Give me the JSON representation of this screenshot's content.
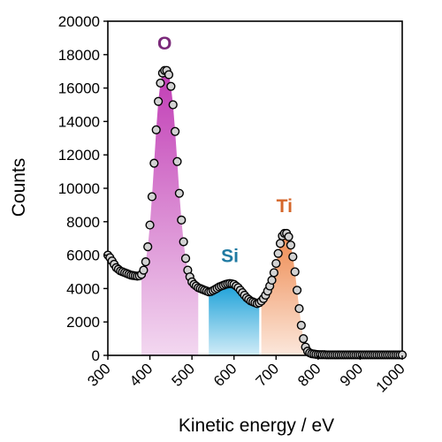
{
  "chart_data": {
    "type": "scatter",
    "title": "",
    "xlabel": "Kinetic energy / eV",
    "ylabel": "Counts",
    "xlim": [
      300,
      1000
    ],
    "ylim": [
      0,
      20000
    ],
    "x_ticks": [
      "300",
      "400",
      "500",
      "600",
      "700",
      "800",
      "900",
      "1000"
    ],
    "y_ticks": [
      "0",
      "2000",
      "4000",
      "6000",
      "8000",
      "10000",
      "12000",
      "14000",
      "16000",
      "18000",
      "20000"
    ],
    "grid": false,
    "legend": "none",
    "marker_fill": "#d3d3d3",
    "marker_edge": "#000000",
    "points": [
      [
        300,
        6000
      ],
      [
        305,
        5850
      ],
      [
        310,
        5650
      ],
      [
        315,
        5450
      ],
      [
        320,
        5250
      ],
      [
        325,
        5150
      ],
      [
        330,
        5050
      ],
      [
        335,
        5000
      ],
      [
        340,
        4950
      ],
      [
        345,
        4900
      ],
      [
        350,
        4850
      ],
      [
        355,
        4800
      ],
      [
        360,
        4780
      ],
      [
        365,
        4760
      ],
      [
        370,
        4740
      ],
      [
        375,
        4760
      ],
      [
        380,
        4850
      ],
      [
        385,
        5100
      ],
      [
        390,
        5600
      ],
      [
        395,
        6500
      ],
      [
        400,
        7800
      ],
      [
        405,
        9500
      ],
      [
        410,
        11500
      ],
      [
        415,
        13500
      ],
      [
        420,
        15200
      ],
      [
        425,
        16300
      ],
      [
        430,
        16900
      ],
      [
        435,
        17050
      ],
      [
        440,
        17050
      ],
      [
        445,
        16800
      ],
      [
        450,
        16100
      ],
      [
        455,
        15000
      ],
      [
        460,
        13400
      ],
      [
        465,
        11600
      ],
      [
        470,
        9700
      ],
      [
        475,
        8100
      ],
      [
        480,
        6800
      ],
      [
        485,
        5800
      ],
      [
        490,
        5100
      ],
      [
        495,
        4700
      ],
      [
        500,
        4400
      ],
      [
        505,
        4250
      ],
      [
        510,
        4150
      ],
      [
        515,
        4050
      ],
      [
        520,
        4000
      ],
      [
        525,
        3950
      ],
      [
        530,
        3900
      ],
      [
        535,
        3850
      ],
      [
        540,
        3800
      ],
      [
        545,
        3820
      ],
      [
        550,
        3880
      ],
      [
        555,
        3950
      ],
      [
        560,
        4020
      ],
      [
        565,
        4100
      ],
      [
        570,
        4150
      ],
      [
        575,
        4200
      ],
      [
        580,
        4250
      ],
      [
        585,
        4280
      ],
      [
        590,
        4300
      ],
      [
        595,
        4280
      ],
      [
        600,
        4250
      ],
      [
        605,
        4150
      ],
      [
        610,
        4050
      ],
      [
        615,
        3900
      ],
      [
        620,
        3750
      ],
      [
        625,
        3600
      ],
      [
        630,
        3450
      ],
      [
        635,
        3350
      ],
      [
        640,
        3250
      ],
      [
        645,
        3200
      ],
      [
        650,
        3150
      ],
      [
        655,
        3100
      ],
      [
        660,
        3150
      ],
      [
        665,
        3250
      ],
      [
        670,
        3400
      ],
      [
        675,
        3600
      ],
      [
        680,
        3850
      ],
      [
        685,
        4150
      ],
      [
        690,
        4500
      ],
      [
        695,
        4950
      ],
      [
        700,
        5500
      ],
      [
        705,
        6100
      ],
      [
        710,
        6700
      ],
      [
        715,
        7150
      ],
      [
        720,
        7300
      ],
      [
        725,
        7300
      ],
      [
        730,
        7100
      ],
      [
        735,
        6600
      ],
      [
        740,
        5900
      ],
      [
        745,
        5000
      ],
      [
        750,
        3900
      ],
      [
        755,
        2800
      ],
      [
        760,
        1800
      ],
      [
        765,
        1000
      ],
      [
        770,
        500
      ],
      [
        775,
        250
      ],
      [
        780,
        150
      ],
      [
        785,
        100
      ],
      [
        790,
        80
      ],
      [
        795,
        60
      ],
      [
        800,
        50
      ],
      [
        805,
        40
      ],
      [
        810,
        40
      ],
      [
        815,
        40
      ],
      [
        820,
        30
      ],
      [
        825,
        30
      ],
      [
        830,
        30
      ],
      [
        835,
        30
      ],
      [
        840,
        30
      ],
      [
        845,
        30
      ],
      [
        850,
        30
      ],
      [
        855,
        30
      ],
      [
        860,
        30
      ],
      [
        865,
        30
      ],
      [
        870,
        30
      ],
      [
        875,
        30
      ],
      [
        880,
        30
      ],
      [
        885,
        30
      ],
      [
        890,
        30
      ],
      [
        895,
        30
      ],
      [
        900,
        30
      ],
      [
        905,
        30
      ],
      [
        910,
        30
      ],
      [
        915,
        30
      ],
      [
        920,
        30
      ],
      [
        925,
        30
      ],
      [
        930,
        30
      ],
      [
        935,
        30
      ],
      [
        940,
        30
      ],
      [
        945,
        30
      ],
      [
        950,
        30
      ],
      [
        955,
        30
      ],
      [
        960,
        30
      ],
      [
        965,
        30
      ],
      [
        970,
        30
      ],
      [
        975,
        30
      ],
      [
        980,
        30
      ],
      [
        985,
        30
      ],
      [
        990,
        30
      ],
      [
        995,
        30
      ],
      [
        1000,
        30
      ]
    ],
    "regions": [
      {
        "label": "O",
        "x_range": [
          380,
          515
        ],
        "color": "#c13cb5",
        "label_color": "#7b2a7a"
      },
      {
        "label": "Si",
        "x_range": [
          540,
          660
        ],
        "color": "#1aa0d8",
        "label_color": "#1f7aa2"
      },
      {
        "label": "Ti",
        "x_range": [
          665,
          780
        ],
        "color": "#ee8a50",
        "label_color": "#d5662a"
      }
    ]
  }
}
